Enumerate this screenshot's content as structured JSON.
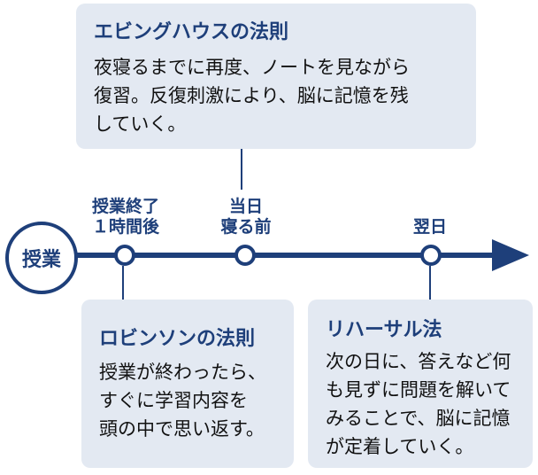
{
  "start": {
    "label": "授業"
  },
  "timeline": {
    "points": [
      {
        "label_line1": "授業終了",
        "label_line2": "１時間後"
      },
      {
        "label_line1": "当日",
        "label_line2": "寝る前"
      },
      {
        "label_line1": "翌日",
        "label_line2": ""
      }
    ]
  },
  "cards": {
    "top": {
      "title": "エビングハウスの法則",
      "lines": [
        "夜寝るまでに再度、ノートを見ながら",
        "復習。反復刺激により、脳に記憶を残",
        "していく。"
      ]
    },
    "bottom_left": {
      "title": "ロビンソンの法則",
      "lines": [
        "授業が終わったら、",
        "すぐに学習内容を",
        "頭の中で思い返す。"
      ]
    },
    "bottom_right": {
      "title": "リハーサル法",
      "lines": [
        "次の日に、答えなど何",
        "も見ずに問題を解いて",
        "みることで、脳に記憶",
        "が定着していく。"
      ]
    }
  },
  "colors": {
    "accent": "#1e3f7a",
    "card_background": "#e3e9f2",
    "text": "#111111"
  }
}
